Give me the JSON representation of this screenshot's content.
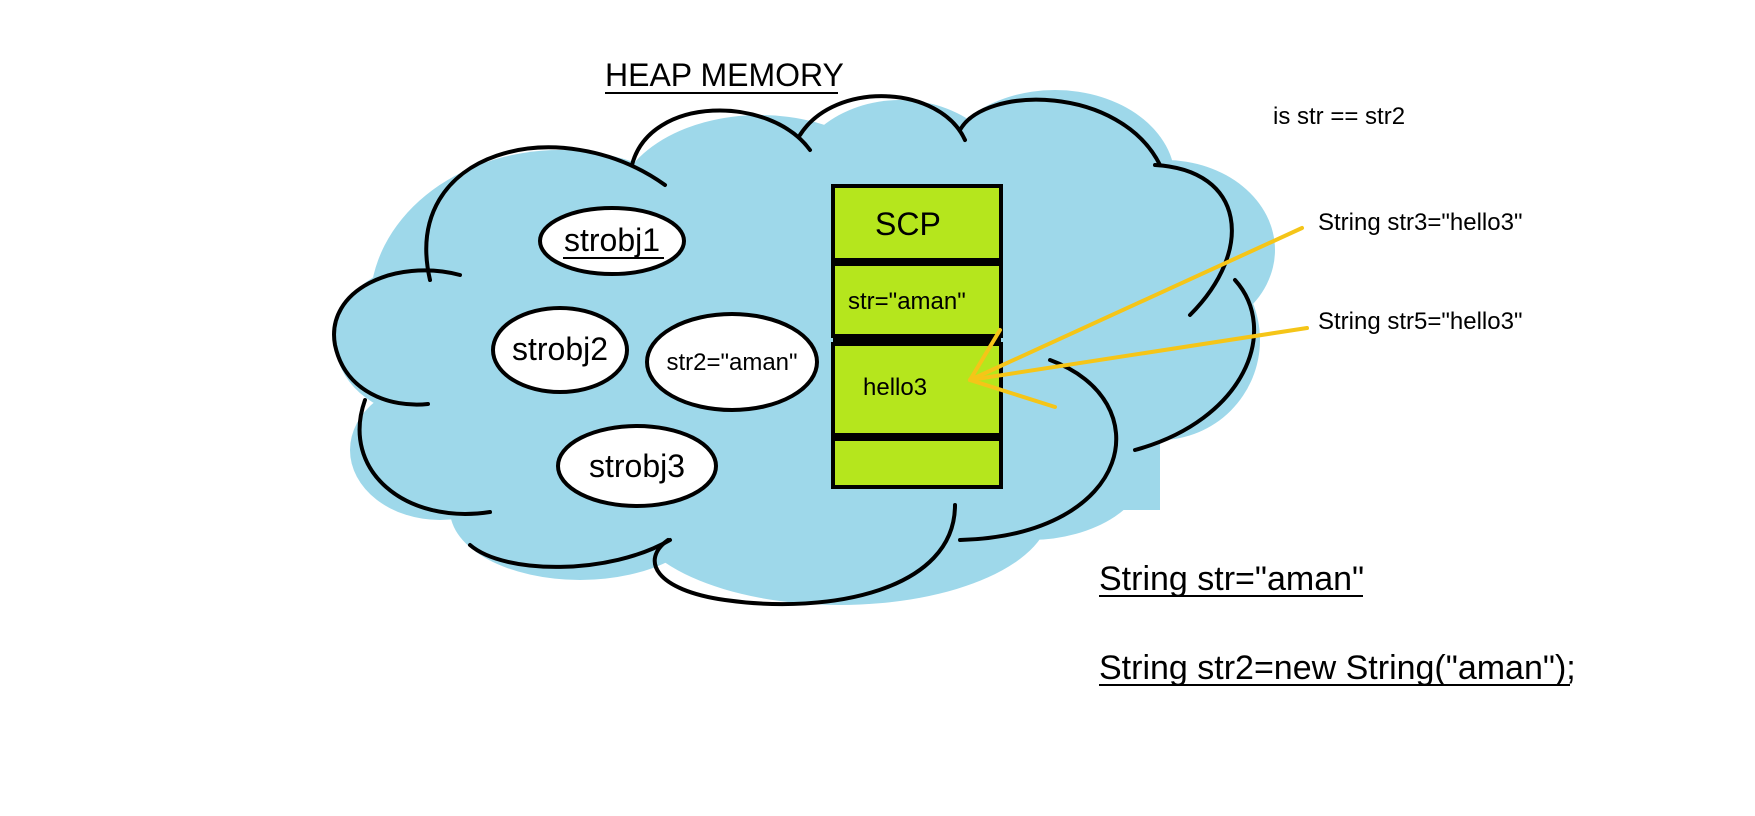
{
  "title": "HEAP MEMORY",
  "question": "is str == str2",
  "heap_objects": [
    "strobj1",
    "strobj2",
    "str2=\"aman\"",
    "strobj3"
  ],
  "scp": {
    "label": "SCP",
    "entries": [
      "str=\"aman\"",
      "hello3",
      ""
    ]
  },
  "references": [
    "String str3=\"hello3\"",
    "String str5=\"hello3\""
  ],
  "code_lines": [
    "String str=\"aman\"",
    "String str2=new String(\"aman\");"
  ],
  "colors": {
    "cloud_fill": "#9ed8ea",
    "cloud_outline": "#000000",
    "scp_fill": "#b5e61d",
    "arrow": "#f5c518",
    "background": "#ffffff"
  }
}
